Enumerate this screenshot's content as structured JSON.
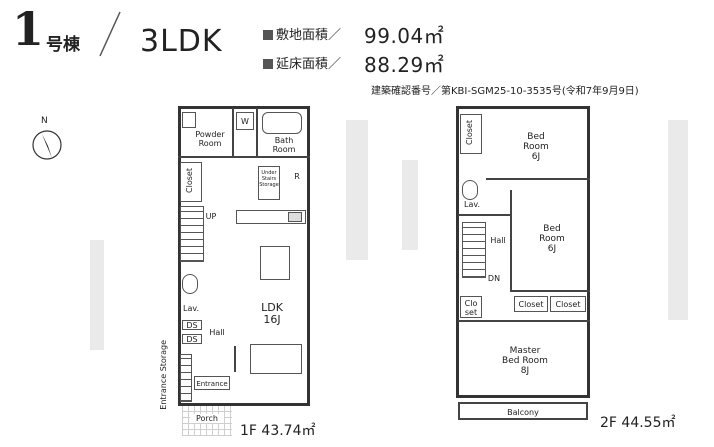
{
  "header": {
    "building_number": "1",
    "building_suffix": "号棟",
    "layout_type": "3LDK",
    "site_area_label": "敷地面積／",
    "site_area_value": "99.04㎡",
    "floor_area_label": "延床面積／",
    "floor_area_value": "88.29㎡",
    "permit": "建築確認番号／第KBI-SGM25-10-3535号(令和7年9月9日)"
  },
  "compass": {
    "label": "N"
  },
  "floor1": {
    "caption": "1F 43.74㎡",
    "rooms": {
      "powder_room": "Powder\nRoom",
      "w": "W",
      "bath_room": "Bath\nRoom",
      "closet": "Closet",
      "under_stairs": "Under\nStairs\nStorage",
      "r": "R",
      "up": "UP",
      "ldk": "LDK\n16J",
      "lav": "Lav.",
      "ds1": "DS",
      "ds2": "DS",
      "hall": "Hall",
      "entrance_storage": "Entrance Storage",
      "entrance": "Entrance",
      "porch": "Porch"
    }
  },
  "floor2": {
    "caption": "2F 44.55㎡",
    "rooms": {
      "closet_top": "Closet",
      "bed1": "Bed\nRoom\n6J",
      "lav": "Lav.",
      "hall": "Hall",
      "bed2": "Bed\nRoom\n6J",
      "dn": "DN",
      "closet_small": "Clo\nset",
      "closet_a": "Closet",
      "closet_b": "Closet",
      "master": "Master\nBed Room\n8J",
      "balcony": "Balcony"
    }
  }
}
